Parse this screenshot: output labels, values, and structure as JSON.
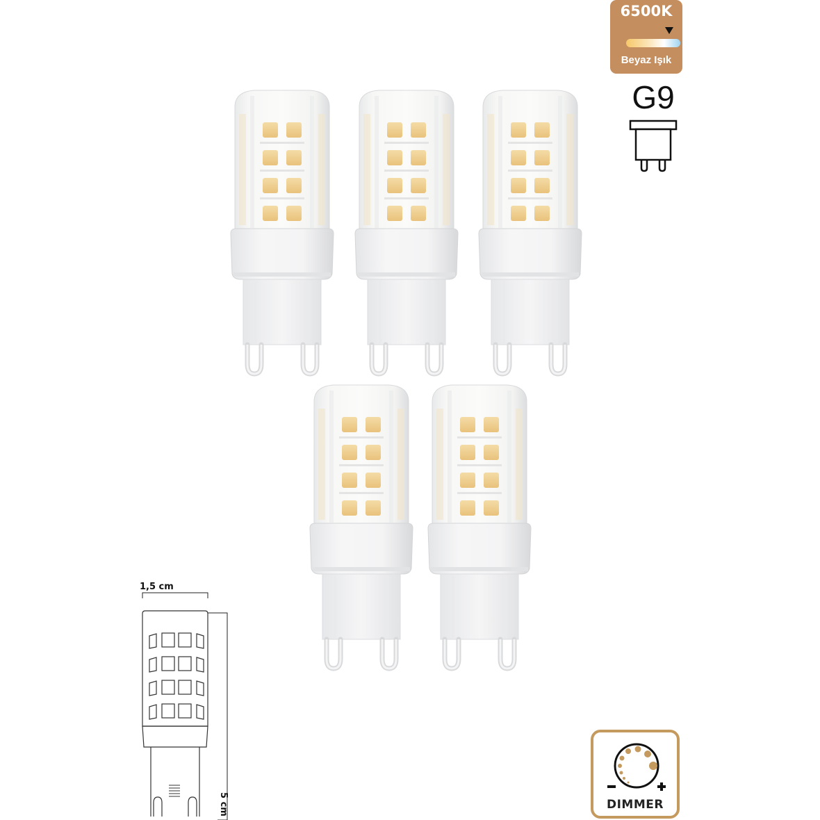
{
  "product": {
    "bulb_count": 5,
    "bulb_type": "G9 LED capsule",
    "bulbs": [
      {
        "id": 1,
        "row": 1,
        "position": "left"
      },
      {
        "id": 2,
        "row": 1,
        "position": "center"
      },
      {
        "id": 3,
        "row": 1,
        "position": "right"
      },
      {
        "id": 4,
        "row": 2,
        "position": "left"
      },
      {
        "id": 5,
        "row": 2,
        "position": "right"
      }
    ]
  },
  "badges": {
    "color_temperature": {
      "value": "6500K",
      "label": "Beyaz Işık",
      "background": "#c48e5e",
      "icon": "color-temperature-scale-icon"
    },
    "socket": {
      "value": "G9",
      "icon": "g9-socket-icon"
    },
    "dimmer": {
      "label": "DIMMER",
      "minus": "−",
      "plus": "+",
      "border_color": "#c49a5e",
      "icon": "dimmer-knob-icon"
    }
  },
  "dimensions": {
    "width": "1,5 cm",
    "height": "5 cm"
  }
}
